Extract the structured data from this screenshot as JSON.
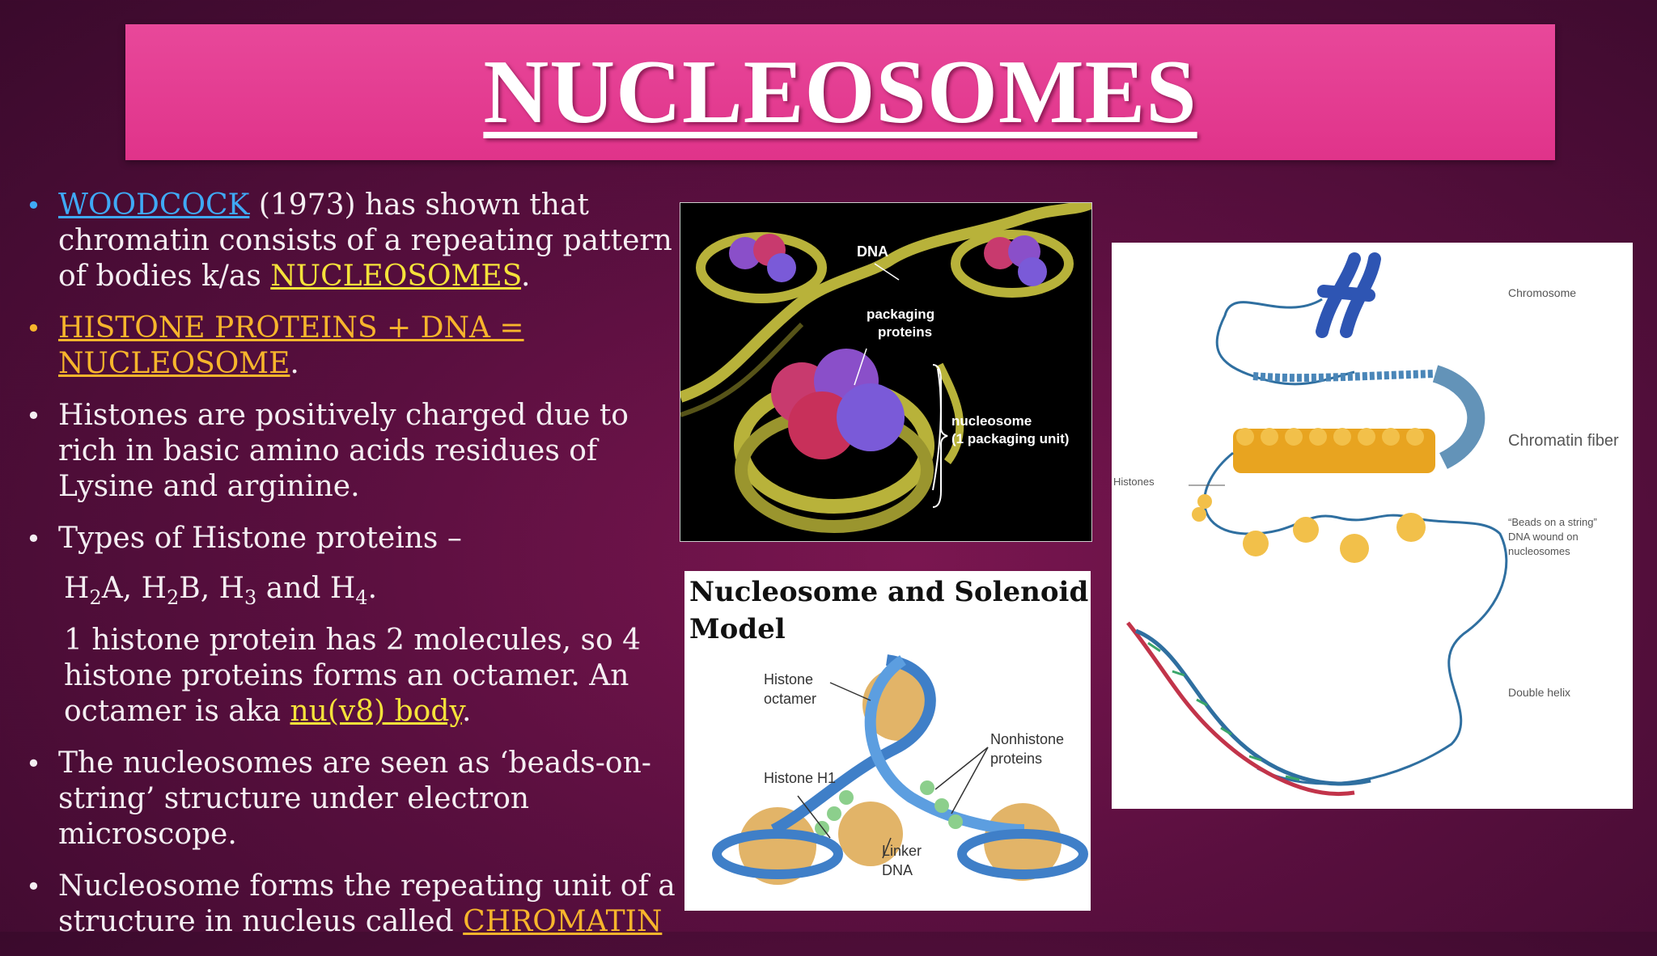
{
  "title": "NUCLEOSOMES",
  "bullets": {
    "b1": {
      "name": "WOODCOCK",
      "text": " (1973) has shown that chromatin consists of a repeating pattern of bodies k/as ",
      "term": "NUCLEOSOMES",
      "end": "."
    },
    "b2": {
      "eq": "HISTONE PROTEINS + DNA = NUCLEOSOME",
      "end": "."
    },
    "b3": {
      "text": "Histones are positively charged due to rich in basic amino acids residues of Lysine and arginine."
    },
    "b4": {
      "text": "Types of Histone proteins –"
    },
    "types": {
      "h": "H",
      "s2": "2",
      "a": "A, ",
      "b": "B, ",
      "s3": "3",
      "and": " and ",
      "s4": "4",
      "end": "."
    },
    "octamer": {
      "text": "1 histone protein has 2 molecules, so 4 histone proteins forms an octamer. An octamer is aka ",
      "term": "nu(v8) body",
      "end": "."
    },
    "b5": {
      "text": "The nucleosomes are seen as ‘beads-on-string’ structure under electron microscope."
    },
    "b6": {
      "text": "Nucleosome forms the repeating unit of a structure in nucleus called ",
      "term": "CHROMATIN"
    }
  },
  "fig1": {
    "dna": "DNA",
    "packaging": "packaging",
    "proteins": "proteins",
    "nucleosome": "nucleosome",
    "unit": "(1 packaging unit)"
  },
  "fig2": {
    "title1": "Nucleosome and Solenoid",
    "title2": "Model",
    "histone": "Histone",
    "octamer": "octamer",
    "h1": "Histone H1",
    "nonhistone": "Nonhistone",
    "nproteins": "proteins",
    "linker": "Linker",
    "ldna": "DNA"
  },
  "fig3": {
    "chromosome": "Chromosome",
    "fiber": "Chromatin fiber",
    "histones": "Histones",
    "beads1": "“Beads on a string”",
    "beads2": "DNA wound on",
    "beads3": "nucleosomes",
    "helix": "Double helix"
  },
  "colors": {
    "background": "#5a0f3f",
    "banner": "#e0338a",
    "link_blue": "#3fa9f5",
    "term_yellow": "#f5e23a",
    "term_orange": "#f7b52c"
  }
}
